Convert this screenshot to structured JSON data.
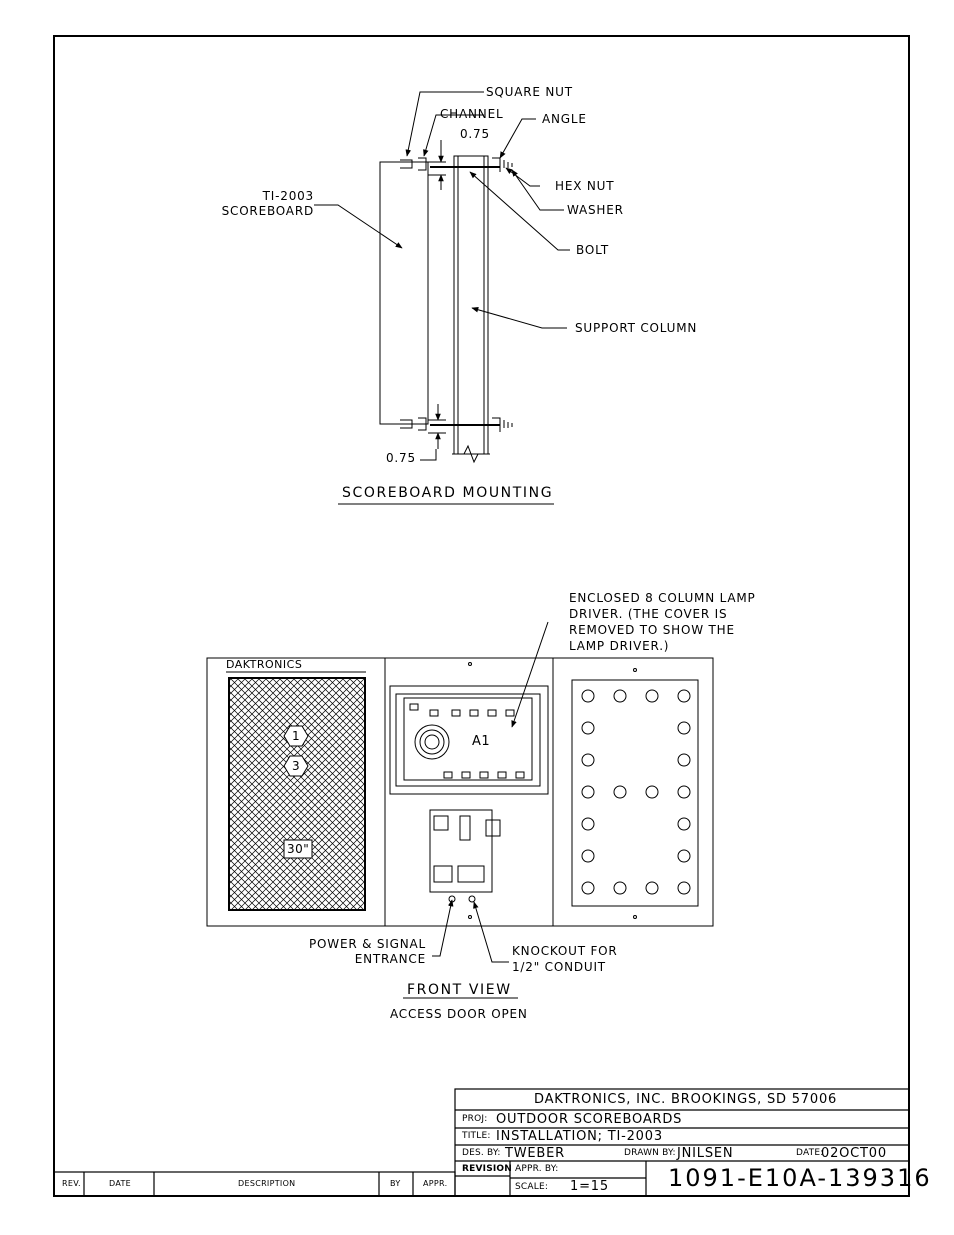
{
  "mounting": {
    "title": "SCOREBOARD MOUNTING",
    "square_nut": "SQUARE NUT",
    "channel": "CHANNEL",
    "angle": "ANGLE",
    "dim_top": "0.75",
    "dim_bottom": "0.75",
    "scoreboard_line1": "TI-2003",
    "scoreboard_line2": "SCOREBOARD",
    "hex_nut": "HEX NUT",
    "washer": "WASHER",
    "bolt": "BOLT",
    "support_column": "SUPPORT COLUMN"
  },
  "front": {
    "title": "FRONT VIEW",
    "subtitle": "ACCESS DOOR OPEN",
    "brand": "DAKTRONICS",
    "driver_note": [
      "ENCLOSED 8 COLUMN LAMP",
      "DRIVER.  (THE COVER IS",
      "REMOVED TO SHOW THE",
      "LAMP DRIVER.)"
    ],
    "driver_label": "A1",
    "hex1": "1",
    "hex2": "3",
    "size_label": "30\"",
    "power_line1": "POWER & SIGNAL",
    "power_line2": "ENTRANCE",
    "knockout_line1": "KNOCKOUT FOR",
    "knockout_line2": "1/2\" CONDUIT"
  },
  "title_block": {
    "company": "DAKTRONICS, INC.   BROOKINGS, SD 57006",
    "proj_label": "PROJ:",
    "proj": "OUTDOOR SCOREBOARDS",
    "title_label": "TITLE:",
    "title": "INSTALLATION; TI-2003",
    "des_label": "DES. BY:",
    "des": "TWEBER",
    "drawn_label": "DRAWN BY:",
    "drawn": "JNILSEN",
    "date_label": "DATE:",
    "date": "02OCT00",
    "revision_label": "REVISION",
    "appr_label": "APPR. BY:",
    "scale_label": "SCALE:",
    "scale": "1=15",
    "drawing_number": "1091-E10A-139316"
  },
  "revision_block": {
    "rev": "REV.",
    "date": "DATE",
    "description": "DESCRIPTION",
    "by": "BY",
    "appr": "APPR."
  }
}
